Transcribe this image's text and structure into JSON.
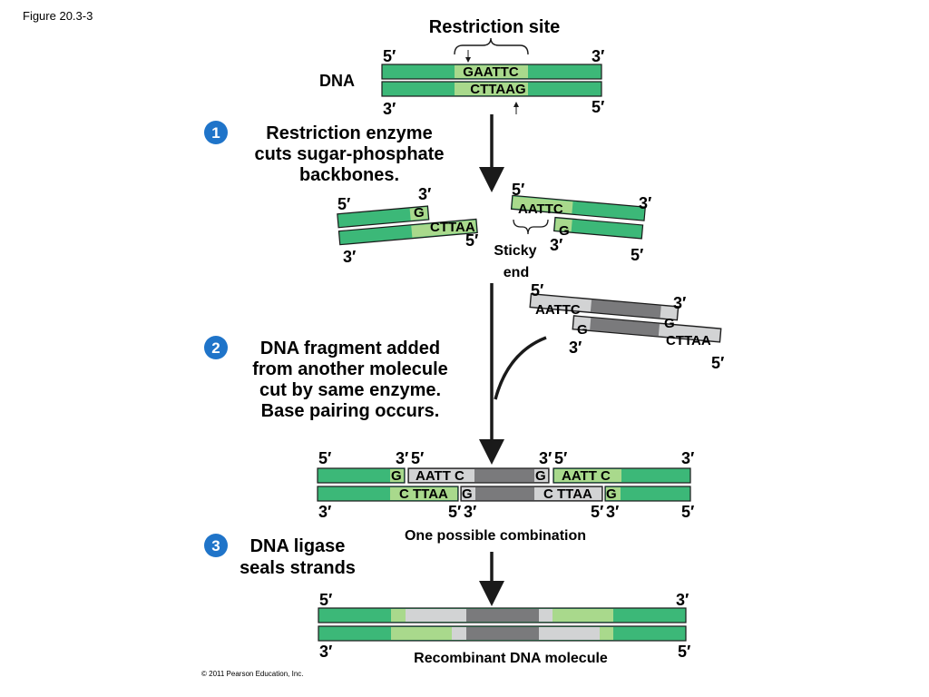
{
  "figure_label": "Figure 20.3-3",
  "colors": {
    "dna_green": "#3cb878",
    "sticky_light_green": "#a9d98c",
    "foreign_gray": "#7a7a7c",
    "foreign_light_gray": "#d2d3d4",
    "badge_blue": "#1f74c9",
    "outline": "#1a1a1a"
  },
  "top": {
    "title": "Restriction site",
    "dna_label": "DNA",
    "top_seq": "GAATTC",
    "bottom_seq": "CTTAAG",
    "end_5": "5′",
    "end_3": "3′"
  },
  "steps": [
    {
      "num": "1",
      "lines": [
        "Restriction enzyme",
        "cuts sugar-phosphate",
        "backbones."
      ]
    },
    {
      "num": "2",
      "lines": [
        "DNA fragment added",
        "from another molecule",
        "cut by same enzyme.",
        "Base pairing occurs."
      ]
    },
    {
      "num": "3",
      "lines": [
        "DNA ligase",
        "seals strands"
      ]
    }
  ],
  "cut": {
    "left_top": "G",
    "left_bottom": "CTTAA",
    "right_top": "AATTC",
    "right_bottom": "G",
    "sticky_end": [
      "Sticky",
      "end"
    ]
  },
  "fragment": {
    "top_left": "AATTC",
    "top_right": "G",
    "bottom_left": "G",
    "bottom_right": "CTTAA"
  },
  "combined": {
    "top_1": "G",
    "top_2": "AATT C",
    "top_3": "G",
    "top_4": "AATT C",
    "bottom_1": "C TTAA",
    "bottom_2": "G",
    "bottom_3": "C TTAA",
    "bottom_4": "G",
    "caption": "One possible combination"
  },
  "final": {
    "caption": "Recombinant DNA molecule"
  },
  "copyright": "© 2011 Pearson Education, Inc."
}
